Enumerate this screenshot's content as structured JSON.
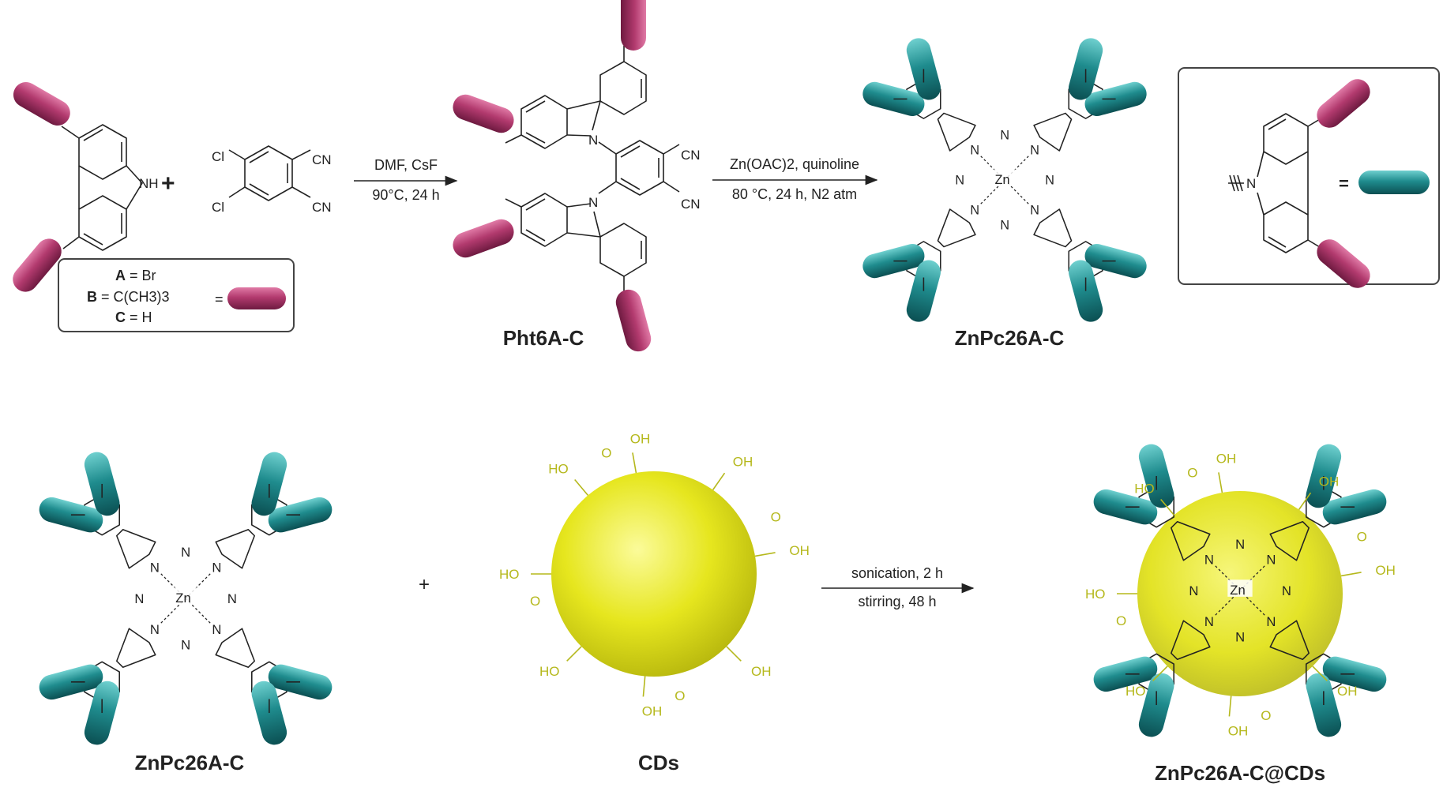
{
  "colors": {
    "magenta": "#b23a6e",
    "teal": "#1f8c8e",
    "cd_yellow": "#e6e61e",
    "acid_olive": "#b5b81c"
  },
  "icons": {
    "carbazole_substituent": "magenta-pill-icon",
    "carbazole_unit": "teal-pill-icon",
    "carbon_dot": "yellow-sphere-icon"
  },
  "top": {
    "plus": "+",
    "reagent": {
      "cl": "Cl",
      "cn": "CN"
    },
    "carbazole_nh": "NH",
    "legend": {
      "a_key": "A",
      "a_val": " = Br",
      "b_key": "B",
      "b_val": " = C(CH3)3",
      "c_key": "C",
      "c_val": " = H",
      "eq": "="
    },
    "step1": {
      "line1": "DMF, CsF",
      "line2": "90°C, 24 h"
    },
    "pht_label": "Pht6A-C",
    "step2": {
      "line1": "Zn(OAC)2, quinoline",
      "line2": "80 °C, 24 h, N2 atm"
    },
    "znpc_label": "ZnPc26A-C",
    "definition": {
      "n": "N",
      "eq": "="
    }
  },
  "bottom": {
    "znpc_label": "ZnPc26A-C",
    "plus": "+",
    "cds_label": "CDs",
    "step3": {
      "line1": "sonication, 2 h",
      "line2": "stirring, 48 h"
    },
    "product_label": "ZnPc26A-C@CDs"
  },
  "atoms": {
    "n": "N",
    "zn": "Zn",
    "oh": "OH",
    "o": "O",
    "ho": "HO"
  }
}
